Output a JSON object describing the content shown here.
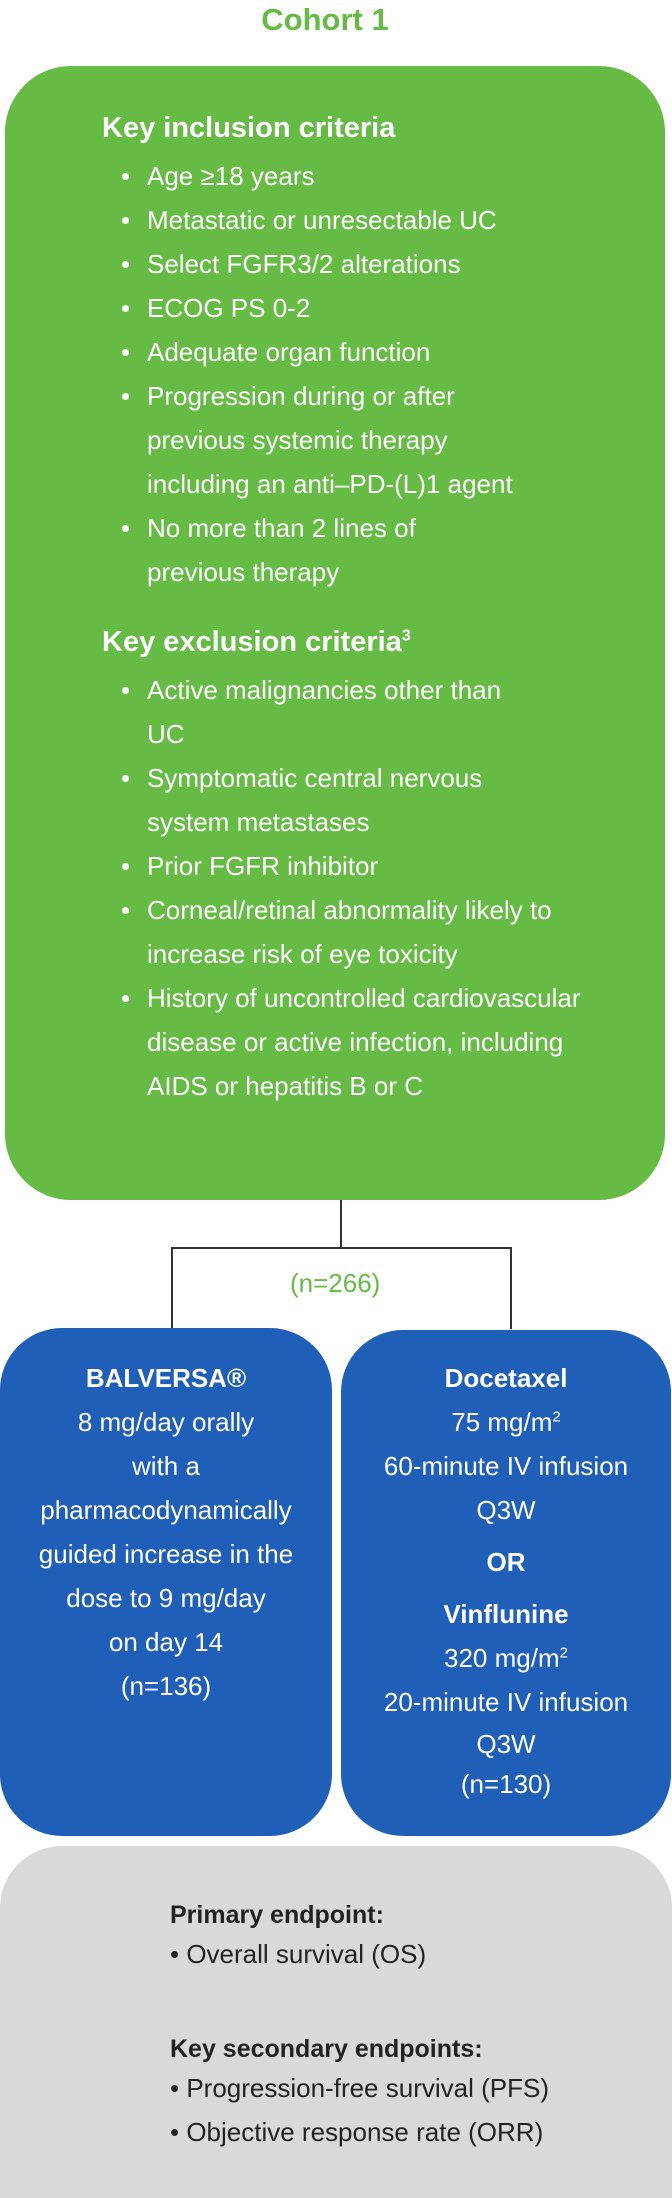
{
  "cohort_title": "Cohort 1",
  "inclusion": {
    "heading": "Key inclusion criteria",
    "items": [
      "Age ≥18 years",
      "Metastatic or unresectable UC",
      "Select FGFR3/2 alterations",
      "ECOG PS 0-2",
      "Adequate organ function",
      "Progression during or after previous systemic therapy including an anti–PD-(L)1 agent",
      "No more than 2 lines of previous therapy"
    ]
  },
  "exclusion": {
    "heading": "Key exclusion criteria",
    "heading_sup": "3",
    "items": [
      "Active malignancies other than UC",
      "Symptomatic central nervous system metastases",
      "Prior FGFR inhibitor",
      "Corneal/retinal abnormality likely to increase risk of eye toxicity",
      "History of uncontrolled cardiovascular disease or active infection, including AIDS or hepatitis B or C"
    ]
  },
  "randomized_n": "(n=266)",
  "arm_balversa": {
    "title": "BALVERSA®",
    "lines": [
      "8 mg/day orally",
      "with a",
      "pharmacodynamically",
      "guided increase in the",
      "dose to 9 mg/day",
      "on day 14",
      "(n=136)"
    ]
  },
  "arm_chemo": {
    "docetaxel_title": "Docetaxel",
    "docetaxel_dose": "75 mg/m",
    "docetaxel_dose_sup": "2",
    "docetaxel_infusion": "60-minute IV infusion",
    "docetaxel_schedule": "Q3W",
    "or_label": "OR",
    "vinflunine_title": "Vinflunine",
    "vinflunine_dose": "320 mg/m",
    "vinflunine_dose_sup": "2",
    "vinflunine_infusion": "20-minute IV infusion",
    "vinflunine_schedule": "Q3W",
    "n": "(n=130)"
  },
  "endpoints": {
    "primary_heading": "Primary endpoint:",
    "primary_items": [
      "• Overall survival (OS)"
    ],
    "secondary_heading": "Key secondary endpoints:",
    "secondary_items": [
      "• Progression-free survival (PFS)",
      "• Objective response rate (ORR)"
    ]
  },
  "colors": {
    "green": "#66bb44",
    "blue": "#1f5fb8",
    "gray": "#d9d9d9"
  }
}
